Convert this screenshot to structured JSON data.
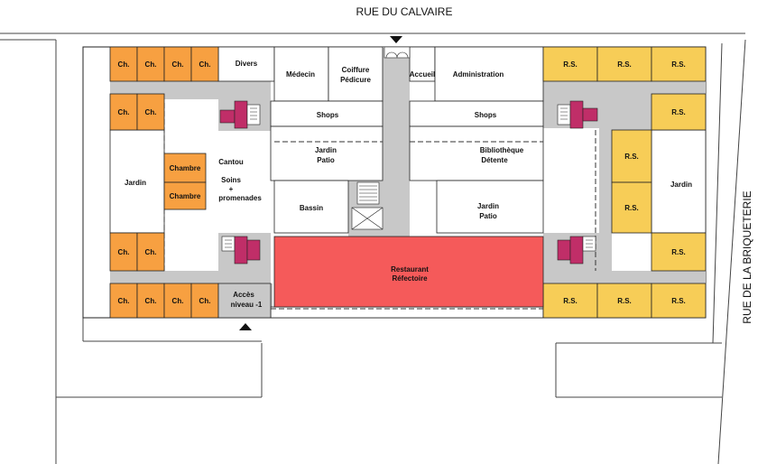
{
  "streets": {
    "north": "RUE DU CALVAIRE",
    "east": "RUE DE LA BRIQUETERIE"
  },
  "colors": {
    "room_orange": "#f7a041",
    "room_yellow": "#f7cd57",
    "corridor": "#c8c8c8",
    "restaurant": "#f55a5a",
    "stairs": "#c02e68",
    "outline": "#222222"
  },
  "labels": {
    "ch": "Ch.",
    "rs": "R.S.",
    "chambre": "Chambre",
    "divers": "Divers",
    "medecin": "Médecin",
    "coiffure_1": "Coiffure",
    "coiffure_2": "Pédicure",
    "accueil": "Accueil",
    "administration": "Administration",
    "shops": "Shops",
    "jardin": "Jardin",
    "jardin_patio_1": "Jardin",
    "jardin_patio_2": "Patio",
    "cantou": "Cantou",
    "soins_1": "Soins",
    "soins_2": "+",
    "soins_3": "promenades",
    "bassin": "Bassin",
    "bibliotheque_1": "Bibliothèque",
    "bibliotheque_2": "Détente",
    "restaurant_1": "Restaurant",
    "restaurant_2": "Réfectoire",
    "acces_1": "Accès",
    "acces_2": "niveau -1"
  }
}
